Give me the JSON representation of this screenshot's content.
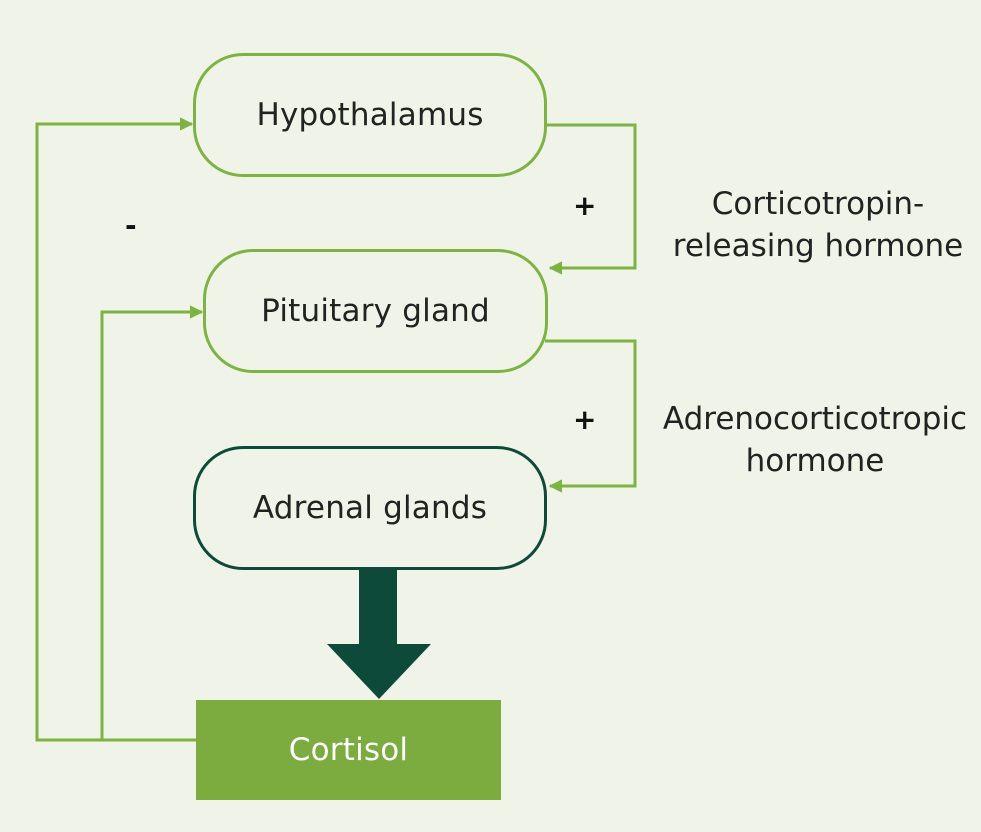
{
  "colors": {
    "background": "#f0f4e8",
    "light_green": "#7cb342",
    "dark_green": "#0d4a3a",
    "cortisol_fill": "#7cab3f"
  },
  "nodes": {
    "hypothalamus": "Hypothalamus",
    "pituitary": "Pituitary gland",
    "adrenal": "Adrenal glands",
    "cortisol": "Cortisol"
  },
  "hormones": {
    "crh_line1": "Corticotropin-",
    "crh_line2": "releasing hormone",
    "acth_line1": "Adrenocorticotropic",
    "acth_line2": "hormone"
  },
  "signs": {
    "positive_1": "+",
    "positive_2": "+",
    "negative": "-"
  }
}
